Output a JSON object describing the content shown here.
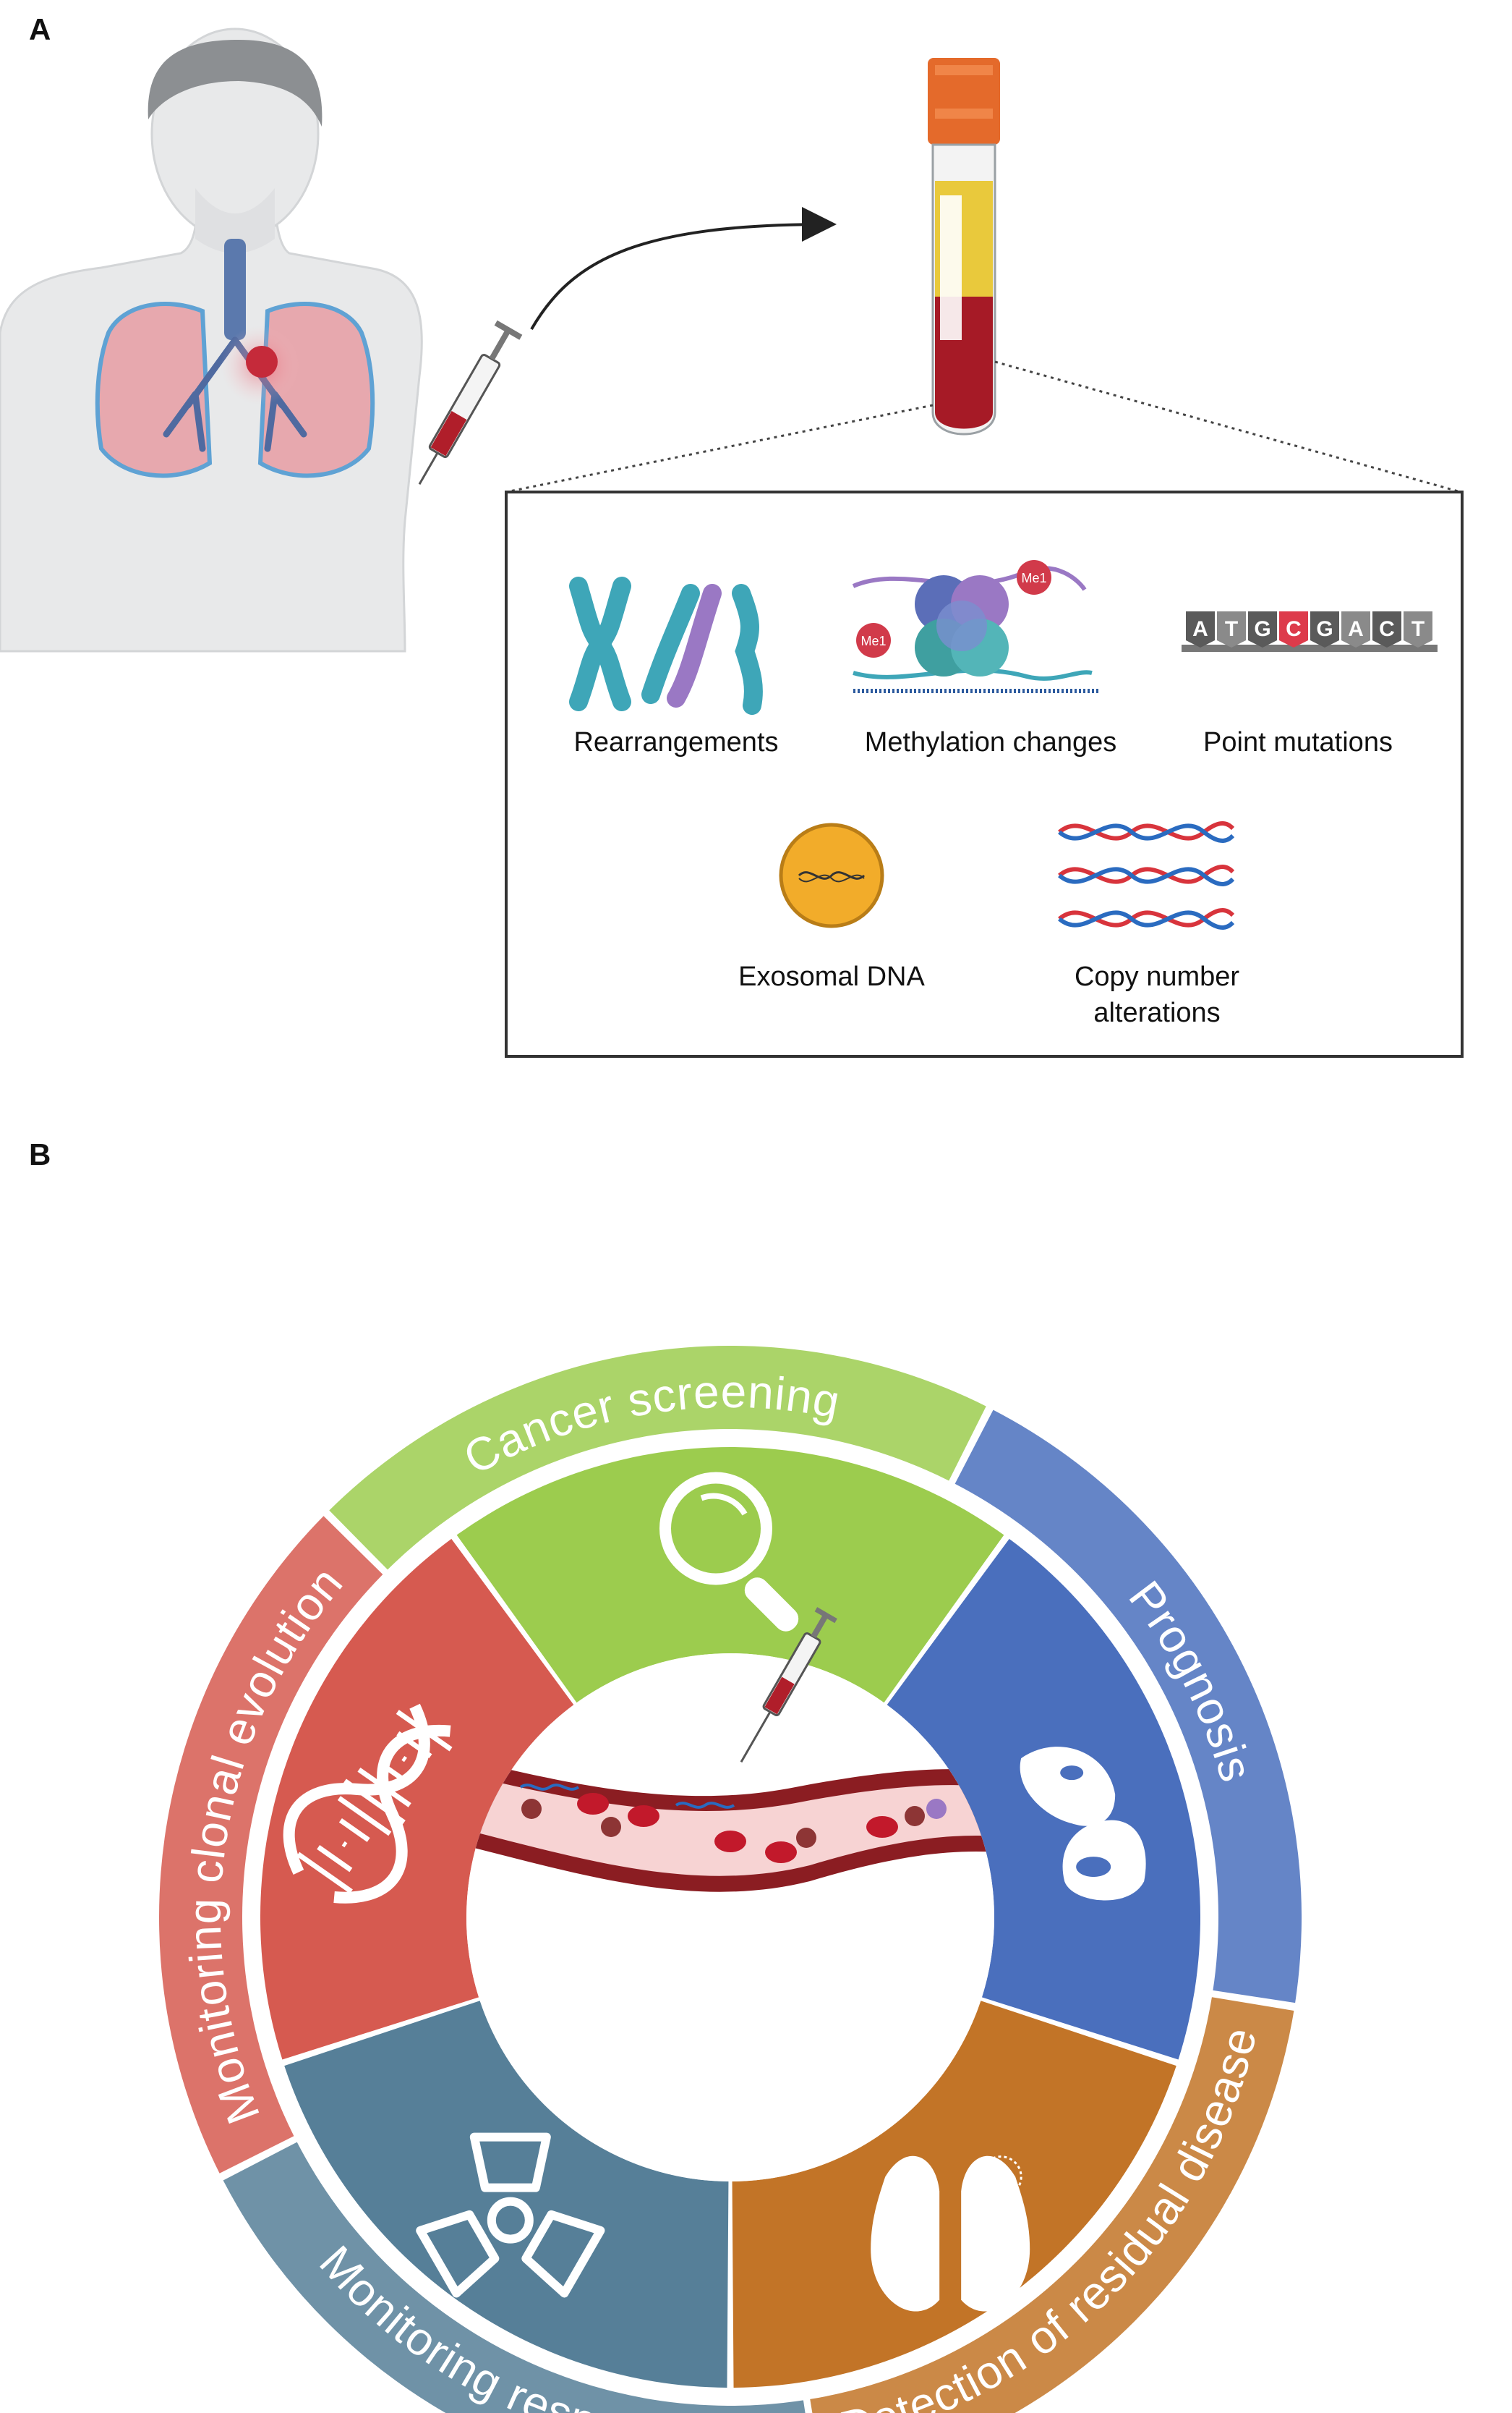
{
  "panel_a": {
    "label": "A",
    "biomarkers": [
      {
        "label": "Rearrangements",
        "icon": "chromosomes-icon"
      },
      {
        "label": "Methylation changes",
        "icon": "nucleosome-methylation-icon"
      },
      {
        "label": "Point mutations",
        "icon": "dna-sequence-icon"
      },
      {
        "label": "Exosomal DNA",
        "icon": "exosome-icon"
      },
      {
        "label": "Copy number",
        "label2": "alterations",
        "icon": "dna-copies-icon"
      }
    ],
    "sequence": [
      "A",
      "T",
      "G",
      "C",
      "G",
      "A",
      "C",
      "T"
    ],
    "methyl_tag": "Me1"
  },
  "panel_b": {
    "label": "B",
    "segments": [
      {
        "label": "Cancer screening",
        "color": "#9ccc4e",
        "icon": "magnifier-icon"
      },
      {
        "label": "Prognosis",
        "color": "#4a6fbd",
        "icon": "lungs-with-lesions-icon"
      },
      {
        "label": "Detection of residual disease",
        "color": "#c27427",
        "icon": "lungs-residual-icon"
      },
      {
        "label": "Monitoring response",
        "color": "#567f98",
        "icon": "radiation-icon"
      },
      {
        "label": "Monitoring clonal evolution",
        "color": "#d65a50",
        "icon": "dna-helix-icon"
      }
    ]
  }
}
